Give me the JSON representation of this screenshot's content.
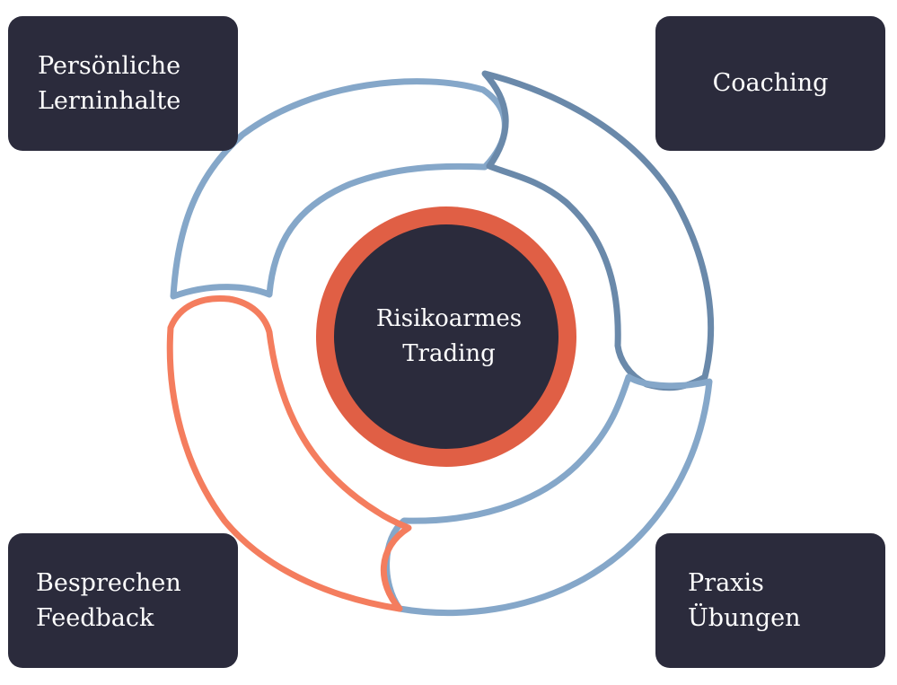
{
  "colors": {
    "box": "#2b2b3c",
    "center_fill": "#2b2b3c",
    "center_ring": "#e05f45",
    "arrow_light_blue": "#85a7c9",
    "arrow_dark_blue": "#6a89aa",
    "arrow_orange": "#f47d5e"
  },
  "center": {
    "line1": "Risikoarmes",
    "line2": "Trading"
  },
  "boxes": {
    "top_left": {
      "line1": "Persönliche",
      "line2": "Lerninhalte"
    },
    "top_right": {
      "line1": "Coaching"
    },
    "bottom_left": {
      "line1": "Besprechen",
      "line2": "Feedback"
    },
    "bottom_right": {
      "line1": "Praxis",
      "line2": "Übungen"
    }
  }
}
